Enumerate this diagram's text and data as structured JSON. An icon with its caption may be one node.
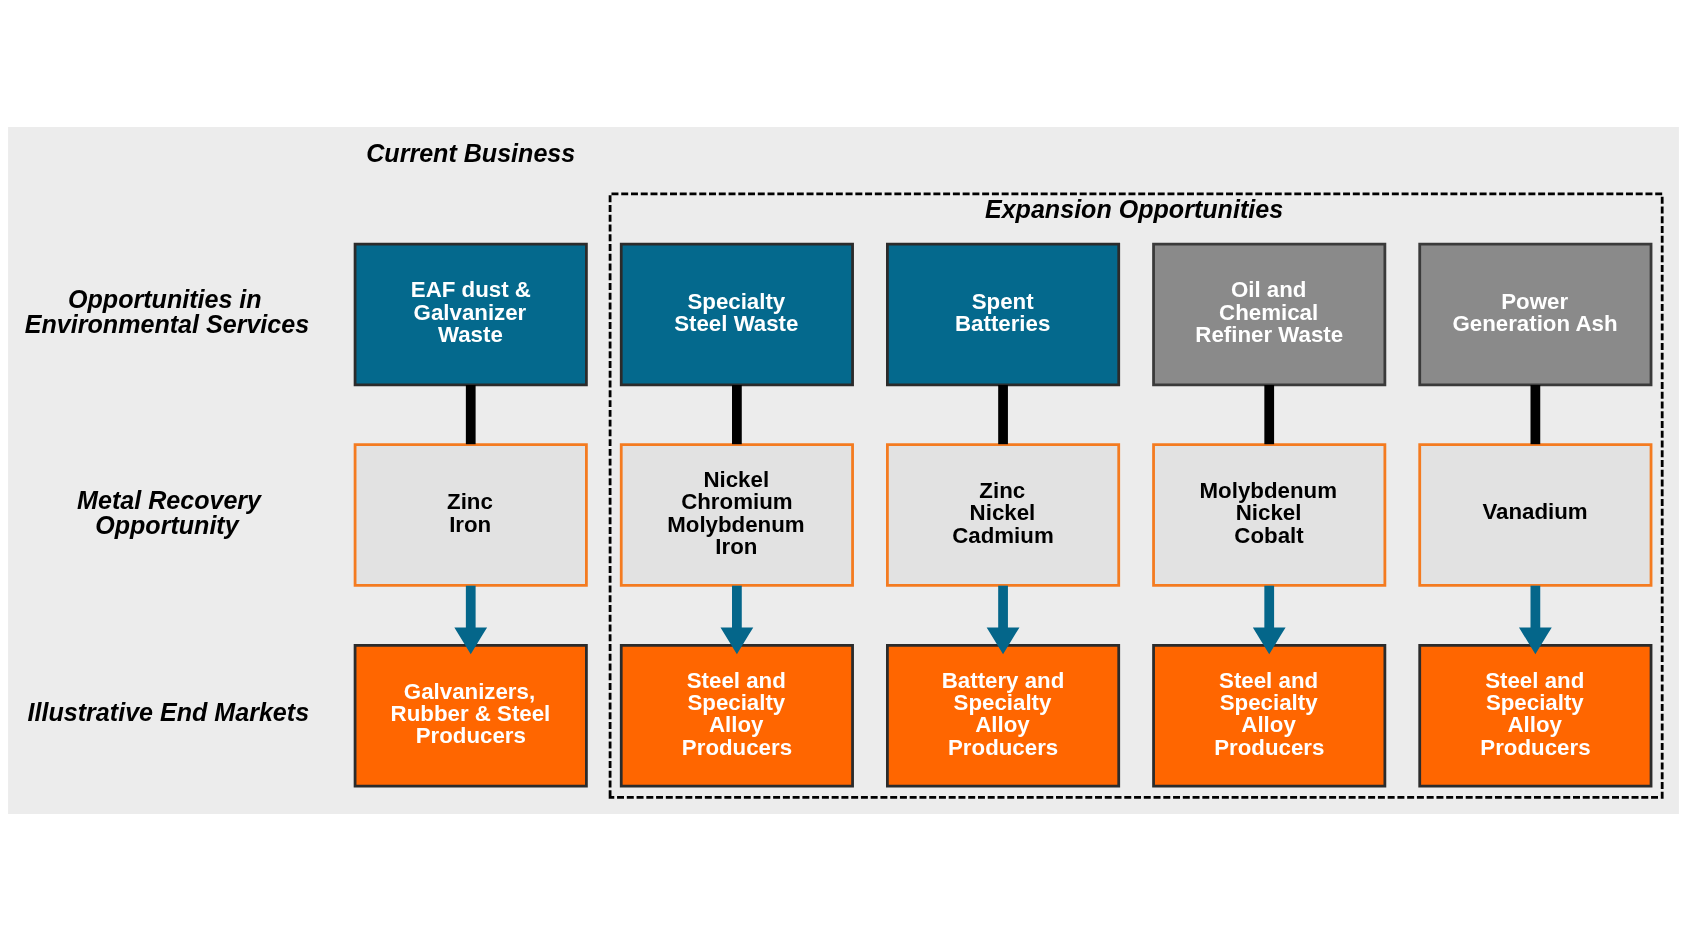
{
  "diagram": {
    "nodes": [
      {
        "text": [
          "Expansion Opportunities"
        ]
      },
      {
        "text": [
          "EAF dust & Galvanizer Waste"
        ]
      },
      {
        "text": [
          "Specialty Steel Waste"
        ],
        "in": 0
      },
      {
        "text": [
          "Spent Batteries"
        ],
        "in": 0
      },
      {
        "text": [
          "Oil and Chemical Refiner Waste"
        ],
        "in": 0
      },
      {
        "text": [
          "Power Generation Ash"
        ],
        "in": 0
      },
      {
        "text": [
          "Zinc",
          "Iron"
        ]
      },
      {
        "text": [
          "Nickel",
          "Chromium",
          "Molybdenum",
          "Iron"
        ],
        "in": 0
      },
      {
        "text": [
          "Zinc",
          "Nickel",
          "Cadmium"
        ],
        "in": 0
      },
      {
        "text": [
          "Molybdenum",
          "Nickel",
          "Cobalt"
        ],
        "in": 0
      },
      {
        "text": [
          "Vanadium"
        ],
        "in": 0
      },
      {
        "text": [
          "Galvanizers, Rubber & Steel Producers"
        ]
      },
      {
        "text": [
          "Steel and Specialty Alloy Producers"
        ],
        "in": 0
      },
      {
        "text": [
          "Battery and Specialty Alloy Producers"
        ],
        "in": 0
      },
      {
        "text": [
          "Steel and Specialty Alloy Producers"
        ],
        "in": 0
      },
      {
        "text": [
          "Steel and Specialty Alloy Producers"
        ],
        "in": 0
      }
    ],
    "edges": [
      {
        "from": 1,
        "to": 6,
        "arrow": "none"
      },
      {
        "from": 2,
        "to": 7,
        "arrow": "none"
      },
      {
        "from": 3,
        "to": 8,
        "arrow": "none"
      },
      {
        "from": 4,
        "to": 9,
        "arrow": "none"
      },
      {
        "from": 5,
        "to": 10,
        "arrow": "none"
      },
      {
        "from": 6,
        "to": 11,
        "arrow": "to",
        "color": "#04668a"
      },
      {
        "from": 7,
        "to": 12,
        "arrow": "to",
        "color": "#04668a"
      },
      {
        "from": 8,
        "to": 13,
        "arrow": "to",
        "color": "#04668a"
      },
      {
        "from": 9,
        "to": 14,
        "arrow": "to",
        "color": "#04668a"
      },
      {
        "from": 10,
        "to": 15,
        "arrow": "to",
        "color": "#04668a"
      }
    ],
    "labels": [
      "Current Business",
      "Opportunities in Environmental Services",
      "Metal Recovery Opportunity",
      "Illustrative End Markets"
    ]
  }
}
